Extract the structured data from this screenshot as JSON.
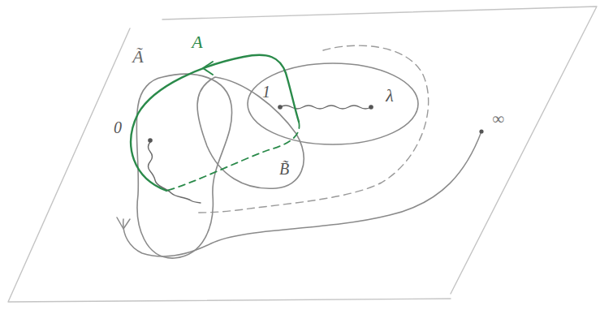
{
  "diagram": {
    "labels": [
      "Ã",
      "A",
      "1",
      "λ",
      "0",
      "B̃",
      "∞"
    ]
  }
}
